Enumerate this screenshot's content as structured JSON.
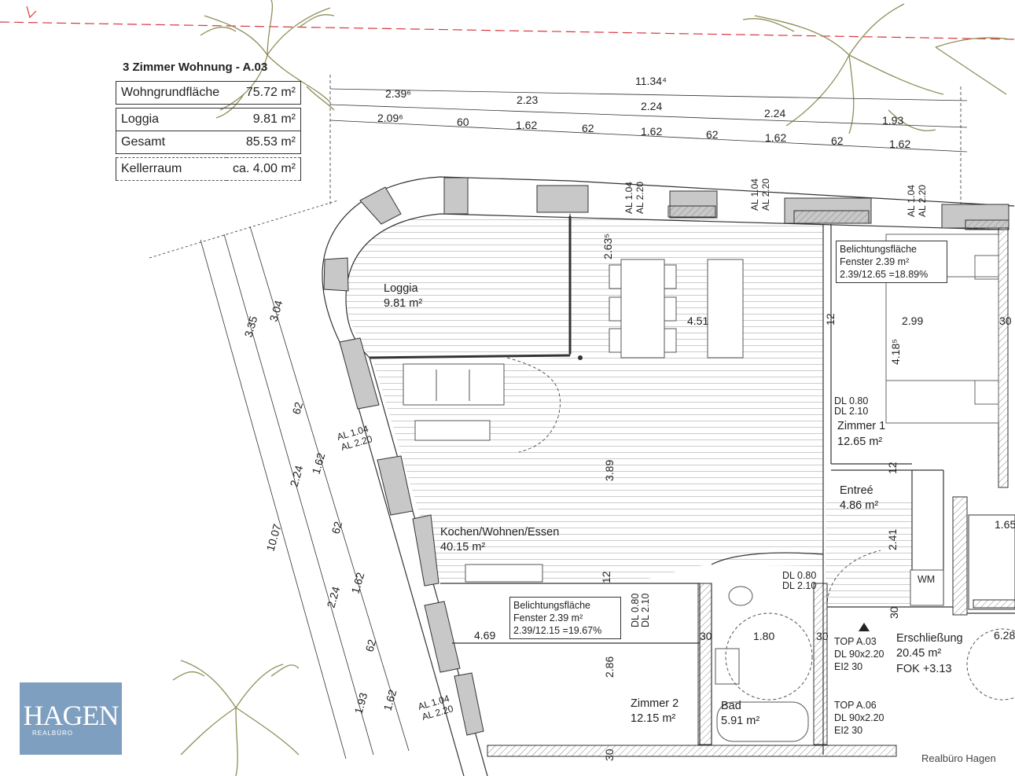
{
  "unit_title": "3 Zimmer Wohnung - A.03",
  "area_table": [
    {
      "label": "Wohngrundfläche",
      "value": "75.72 m²"
    },
    {
      "label": "Loggia",
      "value": "9.81 m²"
    },
    {
      "label": "Gesamt",
      "value": "85.53 m²"
    },
    {
      "label": "Kellerraum",
      "value": "ca. 4.00 m²"
    }
  ],
  "rooms": {
    "loggia": {
      "name": "Loggia",
      "area": "9.81 m²"
    },
    "kochen": {
      "name": "Kochen/Wohnen/Essen",
      "area": "40.15 m²"
    },
    "zimmer1": {
      "name": "Zimmer 1",
      "area": "12.65 m²"
    },
    "entree": {
      "name": "Entreé",
      "area": "4.86 m²"
    },
    "zimmer2": {
      "name": "Zimmer 2",
      "area": "12.15 m²"
    },
    "bad": {
      "name": "Bad",
      "area": "5.91 m²"
    },
    "erschliessung": {
      "name": "Erschließung",
      "area": "20.45 m²",
      "fok": "FOK +3.13"
    }
  },
  "info_boxes": {
    "zimmer1": {
      "l1": "Belichtungsfläche",
      "l2": "Fenster 2.39 m²",
      "l3": "2.39/12.65 =18.89%"
    },
    "zimmer2": {
      "l1": "Belichtungsfläche",
      "l2": "Fenster 2.39 m²",
      "l3": "2.39/12.15 =19.67%"
    }
  },
  "top_dims": {
    "overall": "11.34⁴",
    "row1": [
      "2.39⁶",
      "2.23",
      "2.24",
      "2.24",
      "1.93"
    ],
    "row2": [
      "2.09⁶",
      "60",
      "1.62",
      "62",
      "1.62",
      "62",
      "1.62",
      "62",
      "1.62"
    ]
  },
  "left_dims": {
    "outer": "10.07",
    "mid": [
      "3.35",
      "2.24",
      "2.24",
      "1.93"
    ],
    "inner": [
      "3.04",
      "62",
      "1.62",
      "62",
      "1.62",
      "62",
      "1.62"
    ]
  },
  "interior_dims": {
    "d263": "2.63⁵",
    "d451": "4.51",
    "d12a": "12",
    "d299": "2.99",
    "d30a": "30",
    "d418": "4.18⁵",
    "d389": "3.89",
    "d12b": "12",
    "d241": "2.41",
    "d12c": "12",
    "d469": "4.69",
    "d286": "2.86",
    "d30b": "30",
    "d180": "1.80",
    "d30c": "30",
    "d30d": "30",
    "d30e": "30",
    "d165": "1.65",
    "d628": "6.28"
  },
  "window_labels": {
    "al1": "AL 1.04",
    "al2": "AL 2.20"
  },
  "door_labels": {
    "dl080": "DL 0.80",
    "dl210": "DL 2.10",
    "top_a03": "TOP A.03",
    "top_a06": "TOP A.06",
    "dl90": "DL 90x2.20",
    "ei230": "EI2 30",
    "wm": "WM"
  },
  "logo": {
    "brand": "HAGEN",
    "sub": "REALBÜRO"
  },
  "credit": "Realbüro Hagen",
  "colors": {
    "wall_fill": "#c8c8c8",
    "tree": "#8f8f5a",
    "logo_bg": "#7f9fc0",
    "property_line": "#d9363e"
  }
}
